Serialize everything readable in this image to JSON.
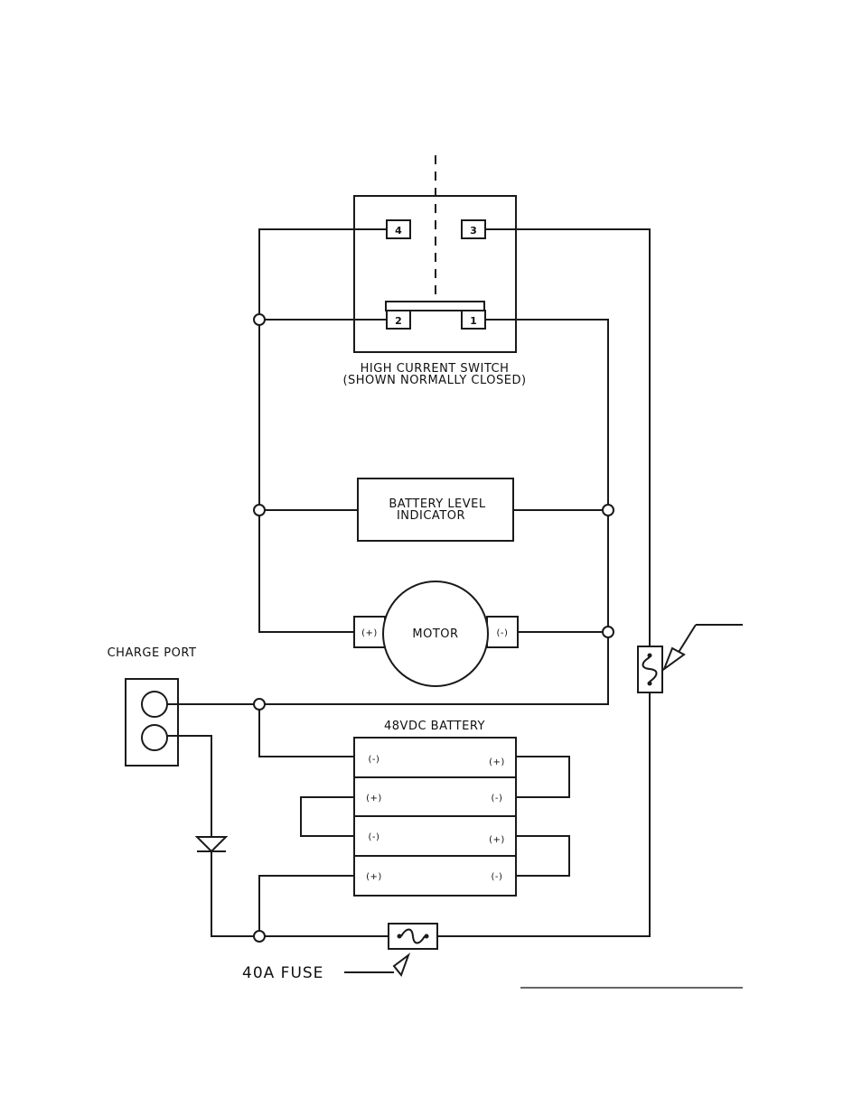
{
  "labels": {
    "switch_title": "HIGH CURRENT SWITCH",
    "switch_subtitle": "(SHOWN NORMALLY CLOSED)",
    "battery_indicator_line1": "BATTERY LEVEL",
    "battery_indicator_line2": "INDICATOR",
    "motor": "MOTOR",
    "motor_plus": "(+)",
    "motor_minus": "(-)",
    "charge_port": "CHARGE PORT",
    "battery": "48VDC BATTERY",
    "fuse": "40A FUSE"
  },
  "switch_terminals": [
    "4",
    "3",
    "2",
    "1"
  ],
  "battery_cells": [
    {
      "left": "(-)",
      "right": "(+)"
    },
    {
      "left": "(+)",
      "right": "(-)"
    },
    {
      "left": "(-)",
      "right": "(+)"
    },
    {
      "left": "(+)",
      "right": "(-)"
    }
  ]
}
